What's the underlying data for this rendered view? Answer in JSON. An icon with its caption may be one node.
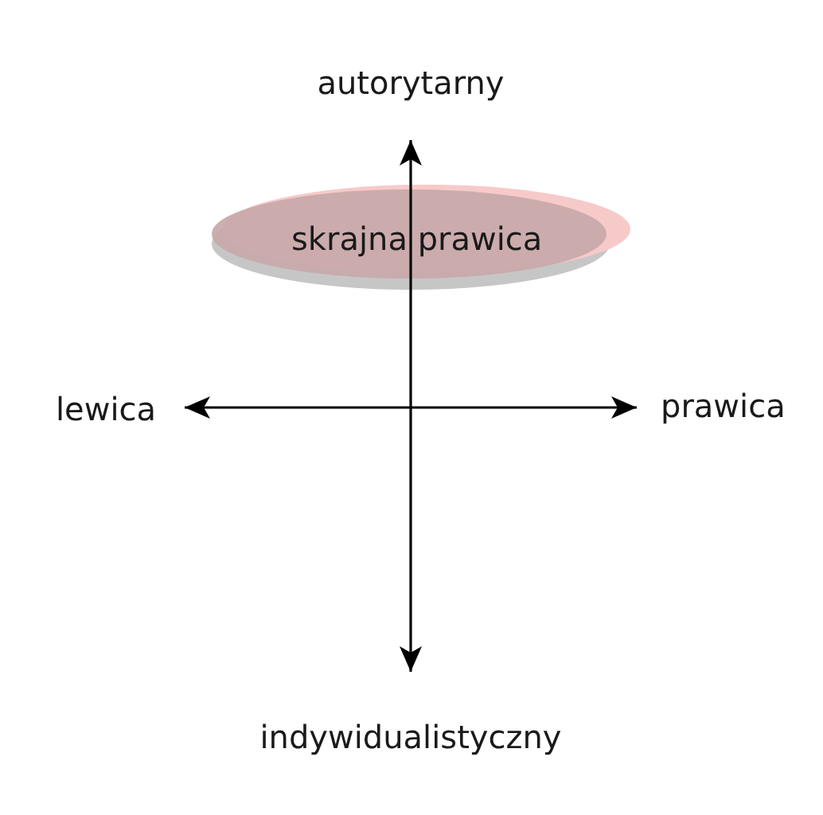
{
  "diagram": {
    "nodes": [
      {
        "text": [
          "skrajna prawica"
        ]
      }
    ],
    "labels": [
      "autorytarny",
      "lewica",
      "prawica",
      "indywidualistyczny"
    ]
  }
}
